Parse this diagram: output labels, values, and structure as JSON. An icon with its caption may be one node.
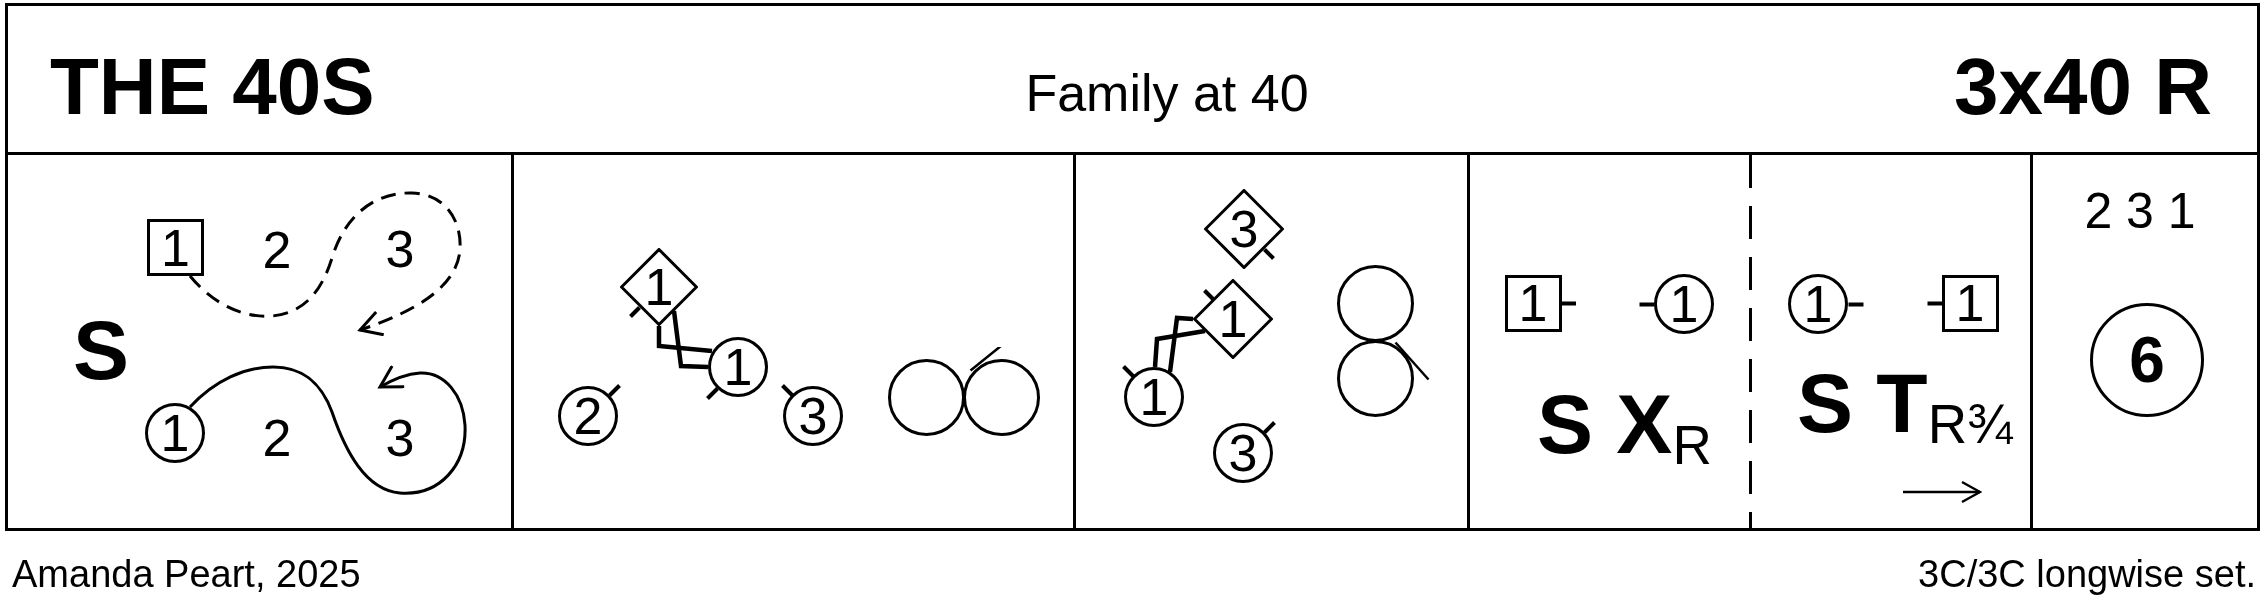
{
  "diagram": {
    "nodes": [
      {
        "text": [
          "THE 40S",
          "Family at 40",
          "3x40 R"
        ]
      },
      {
        "text": [
          "2",
          "3",
          "S",
          "2",
          "3"
        ]
      },
      {
        "text": [
          "1"
        ],
        "in": 1
      },
      {
        "text": [
          "1"
        ],
        "in": 1
      },
      {
        "text": [],
        "shape": "box"
      },
      {
        "text": [
          "1"
        ],
        "in": 4
      },
      {
        "text": [
          "1"
        ],
        "in": 4
      },
      {
        "text": [
          "2"
        ],
        "in": 4
      },
      {
        "text": [
          "3"
        ],
        "in": 4
      },
      {
        "text": [],
        "shape": "box"
      },
      {
        "text": [
          "3"
        ],
        "in": 9
      },
      {
        "text": [
          "1"
        ],
        "in": 9
      },
      {
        "text": [
          "1"
        ],
        "in": 9
      },
      {
        "text": [
          "3"
        ],
        "in": 9
      },
      {
        "text": [
          "S X$_{R}$"
        ]
      },
      {
        "text": [
          "1"
        ],
        "in": 14
      },
      {
        "text": [
          "1"
        ],
        "in": 14
      },
      {
        "text": [
          "S T$_{R¾}$"
        ]
      },
      {
        "text": [
          "1"
        ],
        "in": 17
      },
      {
        "text": [
          "1"
        ],
        "in": 17
      },
      {
        "text": [
          "2 3 1"
        ]
      },
      {
        "text": [
          "6"
        ],
        "in": 20
      }
    ],
    "edges": [
      {
        "from": 2,
        "to": null,
        "arrow": "to",
        "style": "dashed"
      },
      {
        "from": 3,
        "to": null,
        "arrow": "to"
      },
      {
        "from": 5,
        "to": 6,
        "arrow": "none"
      },
      {
        "from": 5,
        "to": 6,
        "arrow": "none"
      },
      {
        "from": 11,
        "to": 12,
        "arrow": "none"
      },
      {
        "from": 11,
        "to": 12,
        "arrow": "none"
      }
    ],
    "labels": [
      "Amanda Peart, 2025",
      "3C/3C longwise set."
    ]
  }
}
